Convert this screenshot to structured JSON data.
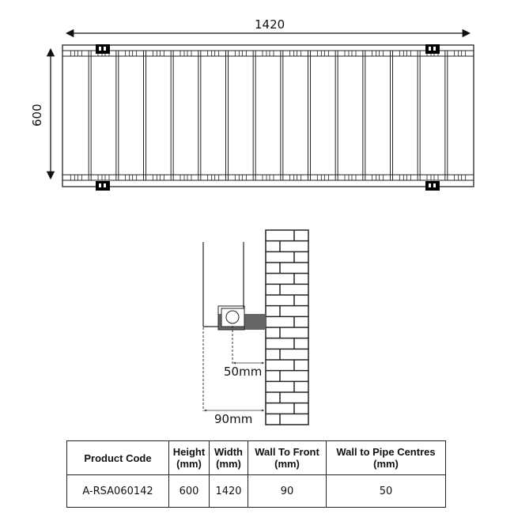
{
  "front_view": {
    "width_label": "1420",
    "height_label": "600",
    "column_count": 15,
    "bracket_color": "#000000"
  },
  "side_view": {
    "wall_to_pipe_label": "50mm",
    "wall_to_front_label": "90mm",
    "bracket_fill_color": "#666666"
  },
  "table": {
    "headers": [
      {
        "line1": "Product Code",
        "line2": ""
      },
      {
        "line1": "Height",
        "line2": "(mm)"
      },
      {
        "line1": "Width",
        "line2": "(mm)"
      },
      {
        "line1": "Wall To Front",
        "line2": "(mm)"
      },
      {
        "line1": "Wall to Pipe Centres",
        "line2": "(mm)"
      }
    ],
    "rows": [
      [
        "A-RSA060142",
        "600",
        "1420",
        "90",
        "50"
      ]
    ]
  }
}
